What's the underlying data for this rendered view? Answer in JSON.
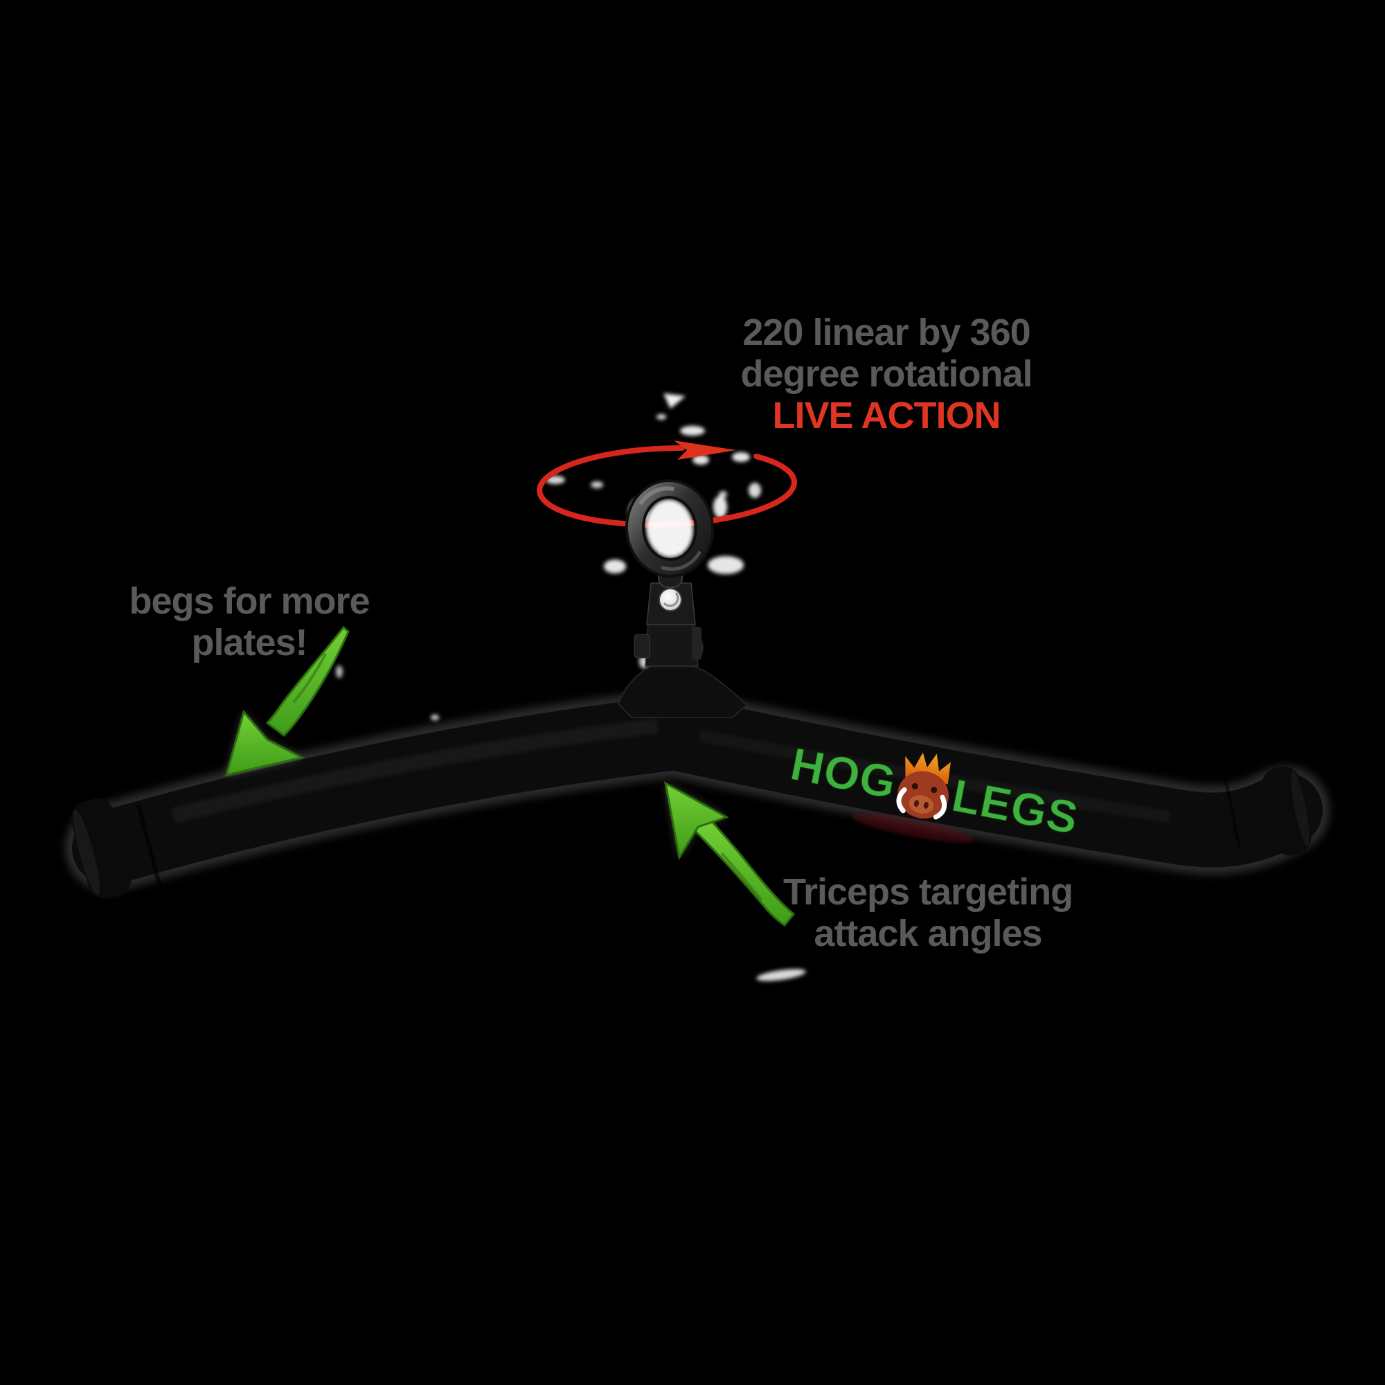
{
  "background_color": "#000000",
  "notes": {
    "rotation": {
      "line1": "220 linear by 360",
      "line2": "degree rotational",
      "emphasis": "LIVE ACTION",
      "text_color": "#5a5a5a",
      "emphasis_color": "#e03522"
    },
    "plates": {
      "line1": "begs for more",
      "line2": "plates!",
      "text_color": "#5a5a5a"
    },
    "triceps": {
      "line1": "Triceps targeting",
      "line2": "attack angles",
      "text_color": "#5a5a5a"
    }
  },
  "product": {
    "logo": {
      "word_left": "HOG",
      "word_right": "LEGS",
      "color": "#3fb13f",
      "mascot_icon": "boar-face-icon"
    },
    "colors": {
      "bar_black": "#0c0c0c",
      "swivel_gray": "#1c1c1c",
      "ring_highlight": "#777777",
      "rotation_arrow_red": "#d7271d",
      "annotation_arrow_green": "#54b82a"
    }
  }
}
